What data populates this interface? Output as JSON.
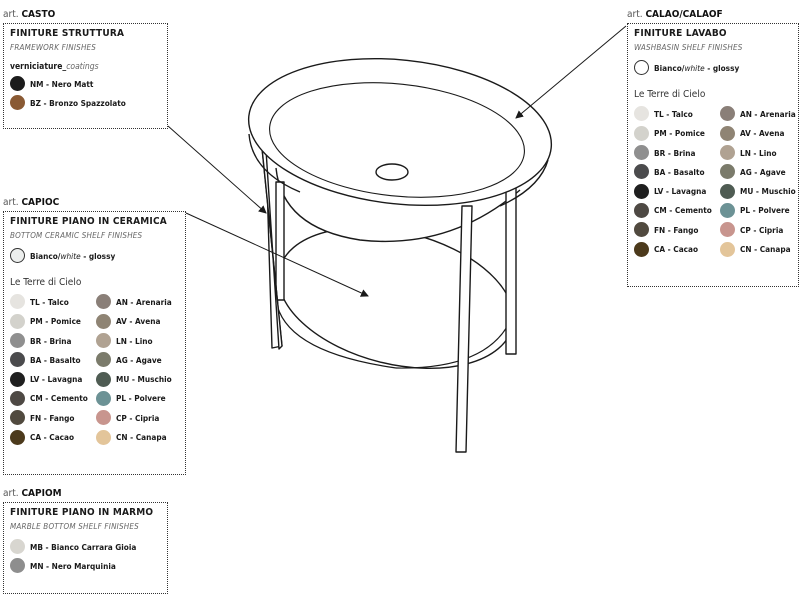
{
  "casto": {
    "art_prefix": "art.",
    "art_code": "CASTO",
    "title": "FINITURE STRUTTURA",
    "subtitle": "FRAMEWORK FINISHES",
    "coating_label": "verniciature_",
    "coating_sub": "coatings",
    "finishes": [
      {
        "label": "NM - Nero Matt",
        "color": "#1c1c1c"
      },
      {
        "label": "BZ - Bronzo Spazzolato",
        "color": "#8a5a34"
      }
    ]
  },
  "calao": {
    "art_prefix": "art.",
    "art_code": "CALAO/CALAOF",
    "title": "FINITURE LAVABO",
    "subtitle": "WASHBASIN SHELF FINISHES",
    "bianco": {
      "a": "Bianco/",
      "b": "white",
      "c": " - glossy"
    },
    "terre_title": "Le Terre di Cielo",
    "col1": [
      {
        "label": "TL - Talco",
        "color": "#e6e4e0"
      },
      {
        "label": "PM - Pomice",
        "color": "#d3d2cc"
      },
      {
        "label": "BR - Brina",
        "color": "#8f8f8f"
      },
      {
        "label": "BA - Basalto",
        "color": "#4b4b4d"
      },
      {
        "label": "LV - Lavagna",
        "color": "#1f1f1f"
      },
      {
        "label": "CM - Cemento",
        "color": "#4e4944"
      },
      {
        "label": "FN - Fango",
        "color": "#514a3f"
      },
      {
        "label": "CA - Cacao",
        "color": "#4c3a1c"
      }
    ],
    "col2": [
      {
        "label": "AN - Arenaria",
        "color": "#8a7f78"
      },
      {
        "label": "AV - Avena",
        "color": "#8f8474"
      },
      {
        "label": "LN - Lino",
        "color": "#b0a292"
      },
      {
        "label": "AG - Agave",
        "color": "#7b7b6b"
      },
      {
        "label": "MU - Muschio",
        "color": "#4f5c53"
      },
      {
        "label": "PL - Polvere",
        "color": "#6c9295"
      },
      {
        "label": "CP - Cipria",
        "color": "#c8958e"
      },
      {
        "label": "CN - Canapa",
        "color": "#e3c59a"
      }
    ]
  },
  "capioc": {
    "art_prefix": "art.",
    "art_code": "CAPIOC",
    "title": "FINITURE PIANO IN CERAMICA",
    "subtitle": "BOTTOM CERAMIC SHELF FINISHES",
    "bianco": {
      "a": "Bianco/",
      "b": "white",
      "c": " - glossy"
    },
    "terre_title": "Le Terre di Cielo",
    "col1": [
      {
        "label": "TL - Talco",
        "color": "#e6e4e0"
      },
      {
        "label": "PM - Pomice",
        "color": "#d3d2cc"
      },
      {
        "label": "BR - Brina",
        "color": "#8f8f8f"
      },
      {
        "label": "BA - Basalto",
        "color": "#4b4b4d"
      },
      {
        "label": "LV - Lavagna",
        "color": "#1f1f1f"
      },
      {
        "label": "CM - Cemento",
        "color": "#4e4944"
      },
      {
        "label": "FN - Fango",
        "color": "#514a3f"
      },
      {
        "label": "CA - Cacao",
        "color": "#4c3a1c"
      }
    ],
    "col2": [
      {
        "label": "AN - Arenaria",
        "color": "#8a7f78"
      },
      {
        "label": "AV - Avena",
        "color": "#8f8474"
      },
      {
        "label": "LN - Lino",
        "color": "#b0a292"
      },
      {
        "label": "AG - Agave",
        "color": "#7b7b6b"
      },
      {
        "label": "MU - Muschio",
        "color": "#4f5c53"
      },
      {
        "label": "PL - Polvere",
        "color": "#6c9295"
      },
      {
        "label": "CP - Cipria",
        "color": "#c8958e"
      },
      {
        "label": "CN - Canapa",
        "color": "#e3c59a"
      }
    ]
  },
  "capiom": {
    "art_prefix": "art.",
    "art_code": "CAPIOM",
    "title": "FINITURE PIANO IN MARMO",
    "subtitle": "MARBLE BOTTOM SHELF FINISHES",
    "finishes": [
      {
        "label": "MB - Bianco Carrara Gioia",
        "color": "#d8d6d0"
      },
      {
        "label": "MN - Nero Marquinia",
        "color": "#8e8e8e"
      }
    ]
  }
}
